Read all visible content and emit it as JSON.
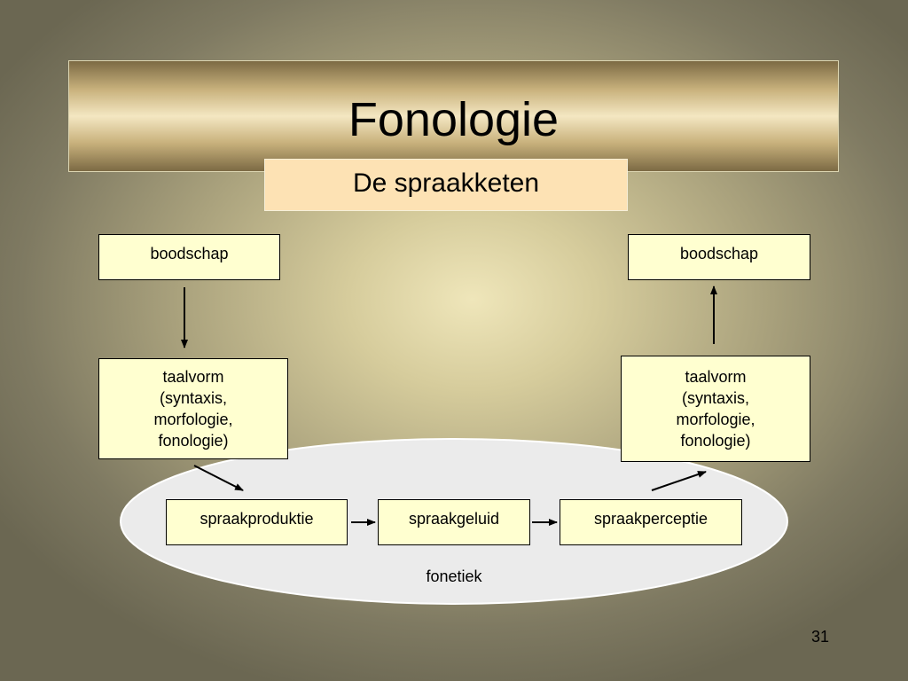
{
  "slide": {
    "title": "Fonologie",
    "subtitle": "De spraakketen",
    "page_number": "31"
  },
  "diagram": {
    "sender_message": "boodschap",
    "receiver_message": "boodschap",
    "sender_form_lines": [
      "taalvorm",
      "(syntaxis,",
      "morfologie,",
      "fonologie)"
    ],
    "receiver_form_lines": [
      "taalvorm",
      "(syntaxis,",
      "morfologie,",
      "fonologie)"
    ],
    "production": "spraakproduktie",
    "sound": "spraakgeluid",
    "perception": "spraakperceptie",
    "phonetics_label": "fonetiek"
  },
  "colors": {
    "box_fill": "#ffffd0",
    "subtitle_fill": "#fde2b4",
    "ellipse_fill": "#ebebeb"
  }
}
